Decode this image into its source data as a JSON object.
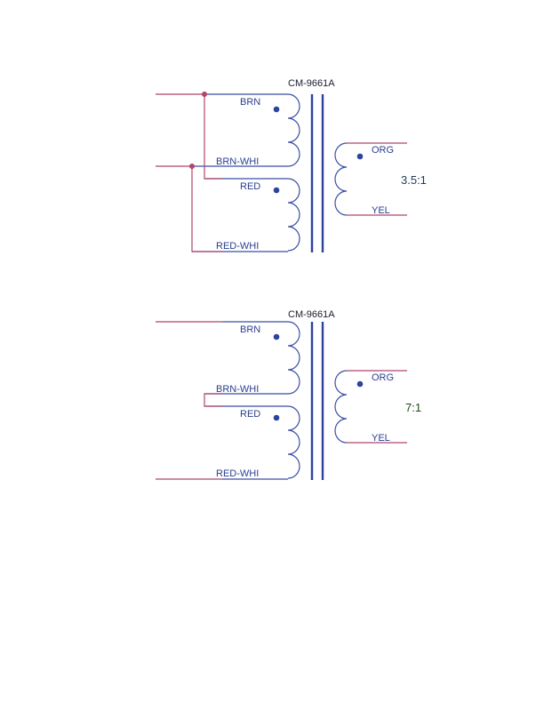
{
  "diagrams": [
    {
      "part_number": "CM-9661A",
      "ratio": "3.5:1",
      "ratio_color": "#1f3a5a",
      "primary_labels": [
        "BRN",
        "BRN-WHI",
        "RED",
        "RED-WHI"
      ],
      "secondary_labels": [
        "ORG",
        "YEL"
      ]
    },
    {
      "part_number": "CM-9661A",
      "ratio": "7:1",
      "ratio_color": "#1f4a1f",
      "primary_labels": [
        "BRN",
        "BRN-WHI",
        "RED",
        "RED-WHI"
      ],
      "secondary_labels": [
        "ORG",
        "YEL"
      ]
    }
  ],
  "colors": {
    "winding": "#3a4fa3",
    "core": "#2c44a0",
    "wire": "#b0456e",
    "label": "#2a3f8f"
  }
}
